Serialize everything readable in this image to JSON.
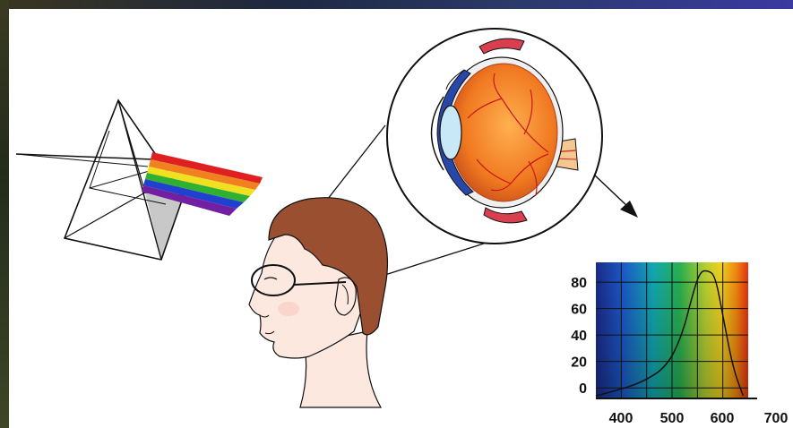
{
  "chart_data": {
    "type": "line",
    "title": "",
    "xlabel": "",
    "ylabel": "",
    "xlim": [
      360,
      660
    ],
    "ylim": [
      -8,
      95
    ],
    "x_ticks": [
      "400",
      "500",
      "600",
      "700"
    ],
    "y_ticks": [
      "80",
      "60",
      "40",
      "20",
      "0"
    ],
    "x": [
      360,
      400,
      450,
      500,
      530,
      550,
      565,
      580,
      595,
      610,
      630,
      650
    ],
    "values": [
      -6,
      -2,
      4,
      16,
      40,
      70,
      88,
      89,
      85,
      55,
      15,
      -6
    ],
    "grid": true
  }
}
